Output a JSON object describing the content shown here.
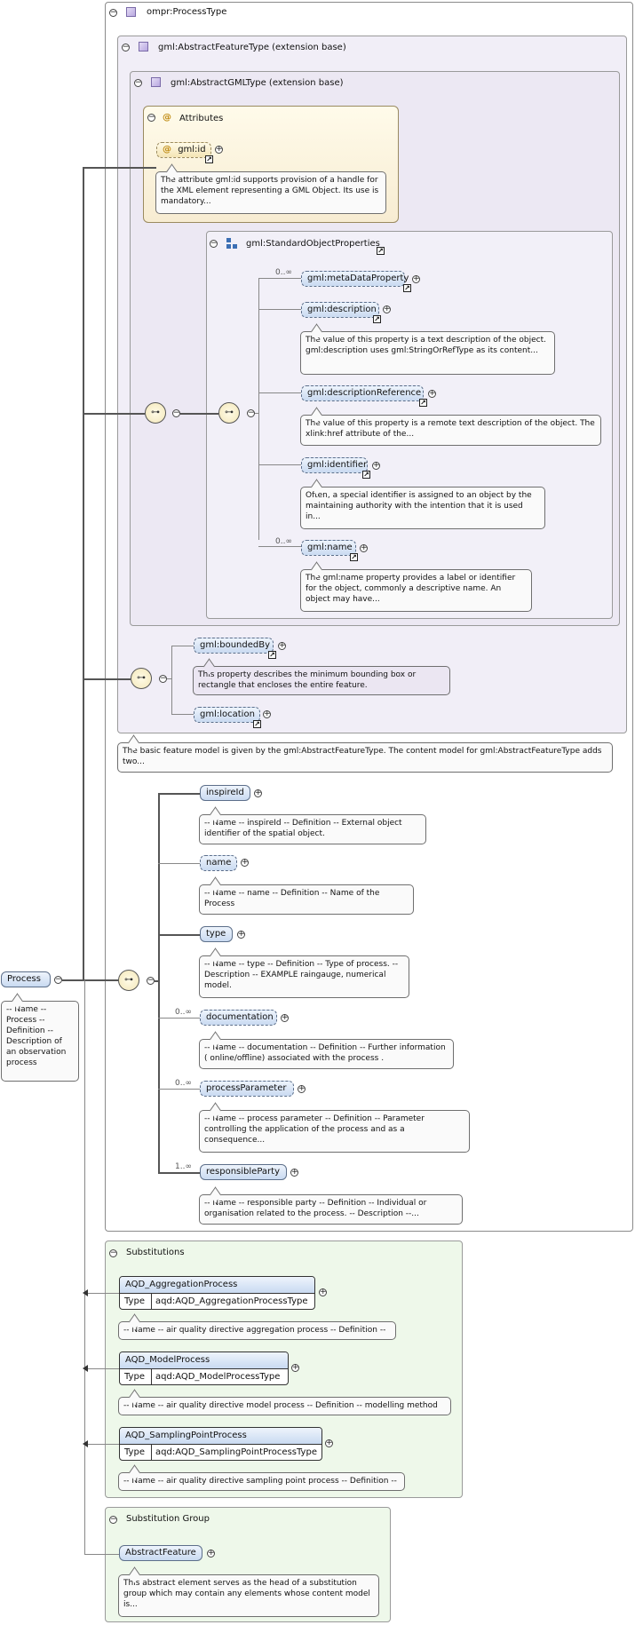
{
  "process_type": {
    "title": "ompr:ProcessType",
    "abstract_feature": "gml:AbstractFeatureType (extension base)",
    "abstract_gml": "gml:AbstractGMLType (extension base)",
    "attributes_title": "Attributes",
    "gml_id": "gml:id",
    "gml_id_doc": "The attribute gml:id supports provision of a handle for the XML element representing a GML Object. Its use is mandatory...",
    "standard_props": "gml:StandardObjectProperties",
    "meta_card": "0..∞",
    "meta": "gml:metaDataProperty",
    "description": "gml:description",
    "description_doc": "The value of this property is a text description of the object. gml:description uses gml:StringOrRefType as its content...",
    "description_ref": "gml:descriptionReference",
    "description_ref_doc": "The value of this property is a remote text description of the object. The xlink:href attribute of the...",
    "identifier": "gml:identifier",
    "identifier_doc": "Often, a special identifier is assigned to an object by the maintaining authority with the intention that it is used in...",
    "name_card": "0..∞",
    "name": "gml:name",
    "name_doc": "The gml:name property provides a label or identifier for the object, commonly a descriptive name. An object may have...",
    "bounded_by": "gml:boundedBy",
    "bounded_by_doc": "This property describes the minimum bounding box or rectangle that encloses the entire feature.",
    "location": "gml:location",
    "feature_doc": "The basic feature model is given by the gml:AbstractFeatureType. The content model for gml:AbstractFeatureType adds two...",
    "inspire_id": "inspireId",
    "inspire_id_doc": "-- Name -- inspireId -- Definition -- External object identifier of the spatial object.",
    "p_name": "name",
    "p_name_doc": "-- Name -- name -- Definition -- Name of the Process",
    "type": "type",
    "type_doc": "-- Name -- type -- Definition -- Type of process. -- Description -- EXAMPLE raingauge, numerical model.",
    "doc_card": "0..∞",
    "documentation": "documentation",
    "documentation_doc": "-- Name -- documentation -- Definition -- Further information ( online/offline) associated with the process .",
    "param_card": "0..∞",
    "process_parameter": "processParameter",
    "process_parameter_doc": "-- Name -- process parameter -- Definition -- Parameter controlling the application of the process and as a consequence...",
    "party_card": "1..∞",
    "responsible_party": "responsibleParty",
    "responsible_party_doc": "-- Name -- responsible party -- Definition -- Individual or organisation related to the process. -- Description --..."
  },
  "root": {
    "label": "Process",
    "doc": "-- Name -- Process -- Definition -- Description of an observation process"
  },
  "substitutions": {
    "title": "Substitutions",
    "type_label": "Type",
    "items": [
      {
        "name": "AQD_AggregationProcess",
        "type": "aqd:AQD_AggregationProcessType",
        "doc": "-- Name -- air quality directive aggregation process -- Definition --"
      },
      {
        "name": "AQD_ModelProcess",
        "type": "aqd:AQD_ModelProcessType",
        "doc": "-- Name -- air quality directive model process -- Definition -- modelling method"
      },
      {
        "name": "AQD_SamplingPointProcess",
        "type": "aqd:AQD_SamplingPointProcessType",
        "doc": "-- Name -- air quality directive sampling point process -- Definition --"
      }
    ]
  },
  "substitution_group": {
    "title": "Substitution Group",
    "name": "AbstractFeature",
    "doc": "This abstract element serves as the head of a substitution group which may contain any elements whose content model is..."
  },
  "icons": {
    "collapse": "−",
    "expand": "+",
    "link": "↗",
    "attr": "@",
    "seq": "⊶"
  }
}
